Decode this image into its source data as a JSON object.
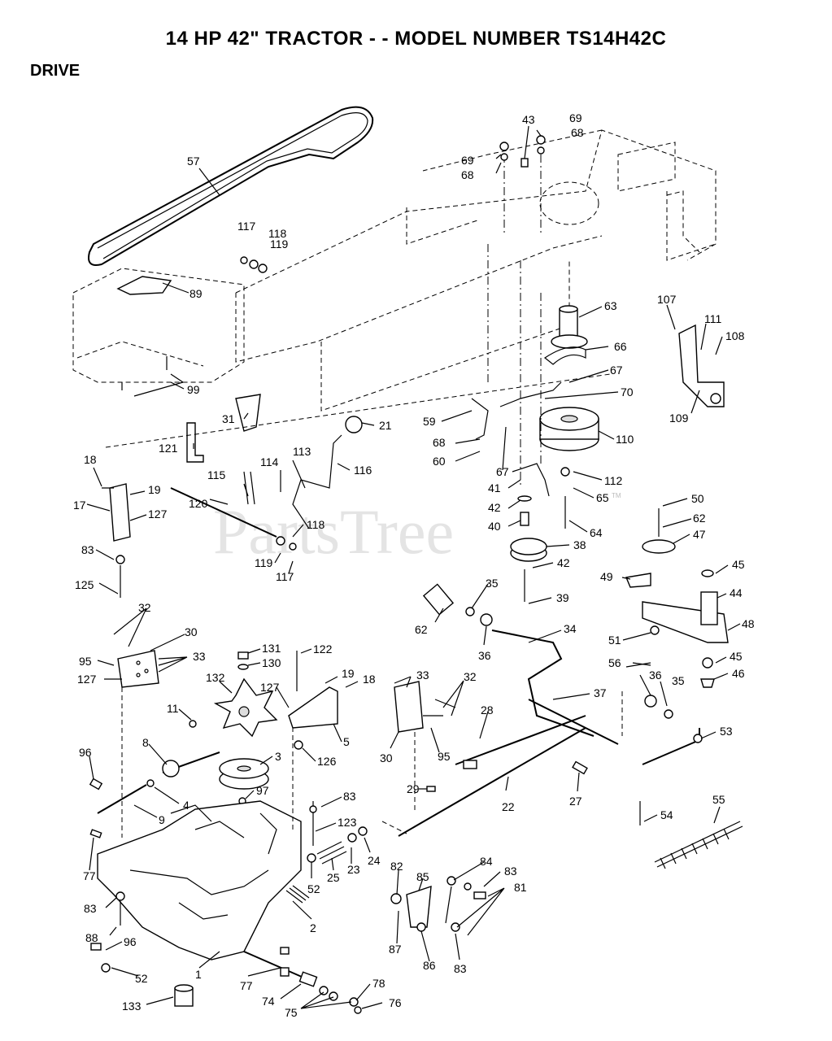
{
  "title": "14 HP 42\" TRACTOR - - MODEL NUMBER TS14H42C",
  "section": "DRIVE",
  "watermark": "PartsTree",
  "watermark_tm": "TM",
  "callouts": [
    "57",
    "89",
    "99",
    "117",
    "118",
    "119",
    "43",
    "69",
    "68",
    "69",
    "68",
    "63",
    "66",
    "67",
    "70",
    "110",
    "107",
    "111",
    "108",
    "109",
    "59",
    "68",
    "60",
    "67",
    "41",
    "42",
    "40",
    "38",
    "42",
    "39",
    "112",
    "65",
    "64",
    "21",
    "116",
    "113",
    "114",
    "115",
    "120",
    "118",
    "119",
    "117",
    "121",
    "31",
    "18",
    "19",
    "17",
    "127",
    "83",
    "125",
    "50",
    "62",
    "47",
    "49",
    "45",
    "44",
    "48",
    "51",
    "56",
    "45",
    "46",
    "32",
    "30",
    "95",
    "33",
    "127",
    "131",
    "130",
    "122",
    "132",
    "11",
    "8",
    "96",
    "4",
    "9",
    "3",
    "97",
    "19",
    "18",
    "127",
    "5",
    "126",
    "33",
    "32",
    "30",
    "95",
    "35",
    "62",
    "36",
    "34",
    "37",
    "36",
    "35",
    "28",
    "22",
    "29",
    "27",
    "53",
    "54",
    "55",
    "83",
    "123",
    "24",
    "23",
    "25",
    "52",
    "2",
    "77",
    "83",
    "88",
    "96",
    "52",
    "1",
    "77",
    "74",
    "75",
    "78",
    "76",
    "133",
    "82",
    "85",
    "84",
    "83",
    "81",
    "87",
    "86",
    "83"
  ]
}
